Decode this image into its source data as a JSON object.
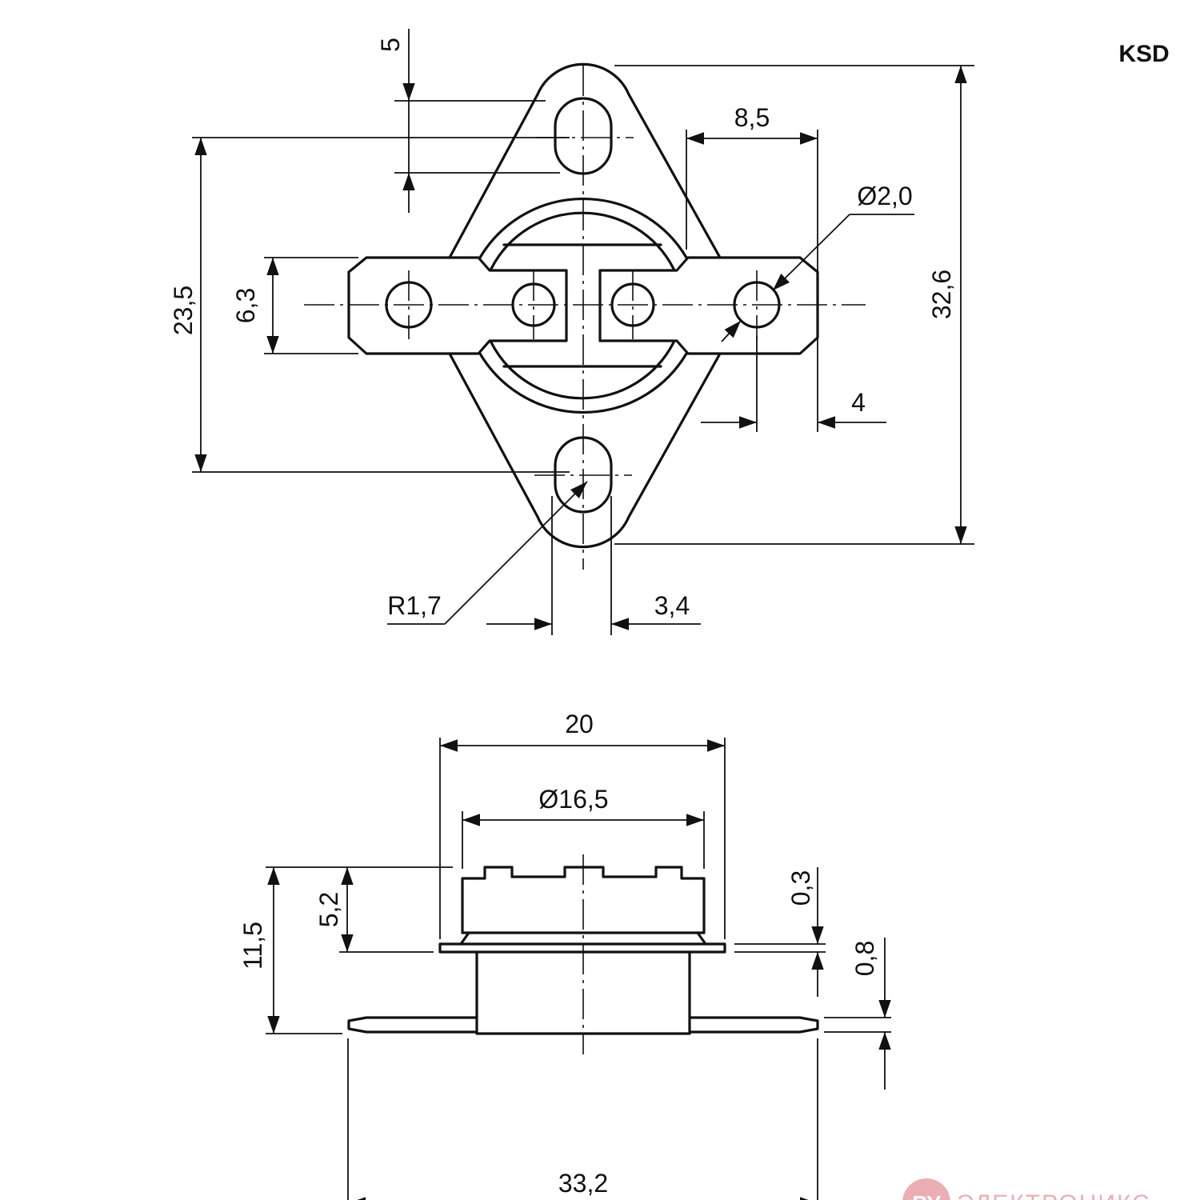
{
  "title": "KSD",
  "top_view": {
    "dim_5": "5",
    "dim_8_5": "8,5",
    "dim_d2_0": "Ø2,0",
    "dim_23_5": "23,5",
    "dim_6_3": "6,3",
    "dim_32_6": "32,6",
    "dim_4": "4",
    "dim_r1_7": "R1,7",
    "dim_3_4": "3,4"
  },
  "side_view": {
    "dim_20": "20",
    "dim_d16_5": "Ø16,5",
    "dim_5_2": "5,2",
    "dim_11_5": "11,5",
    "dim_0_3": "0,3",
    "dim_0_8": "0,8",
    "dim_33_2": "33,2"
  },
  "watermark": {
    "logo": "РУ",
    "text": "ЭЛЕКТРОНИКС",
    "color": "#e8a0a8"
  }
}
